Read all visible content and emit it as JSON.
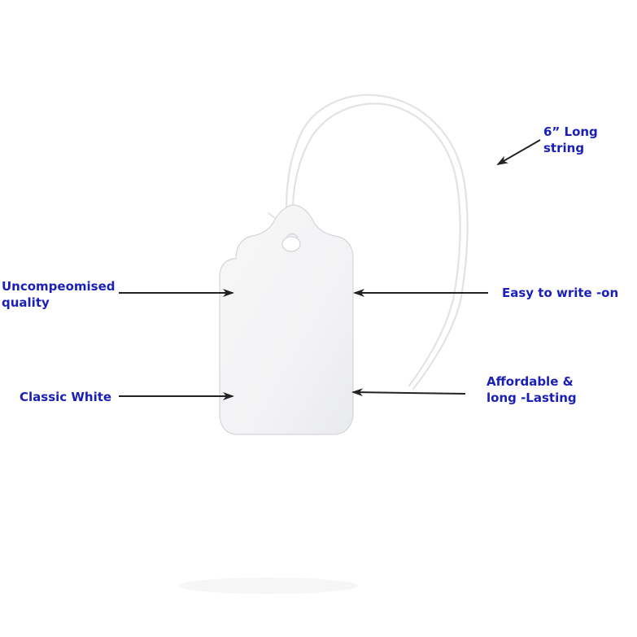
{
  "labels": {
    "string": {
      "line1": "6” Long",
      "line2": "string"
    },
    "quality": {
      "line1": "Uncompeomised",
      "line2": "quality"
    },
    "write": {
      "line1": "Easy to write -on"
    },
    "white": {
      "line1": "Classic White"
    },
    "afford": {
      "line1": "Affordable &",
      "line2": "long -Lasting"
    }
  },
  "colors": {
    "label_text": "#1a1fb8",
    "arrow": "#222222",
    "tag_fill": "#f4f4f5",
    "tag_edge": "#dadbde",
    "string": "#e6e6e8",
    "background": "#ffffff"
  },
  "icons": {
    "arrow": "arrow-icon",
    "tag": "price-tag-icon",
    "string": "string-icon"
  }
}
